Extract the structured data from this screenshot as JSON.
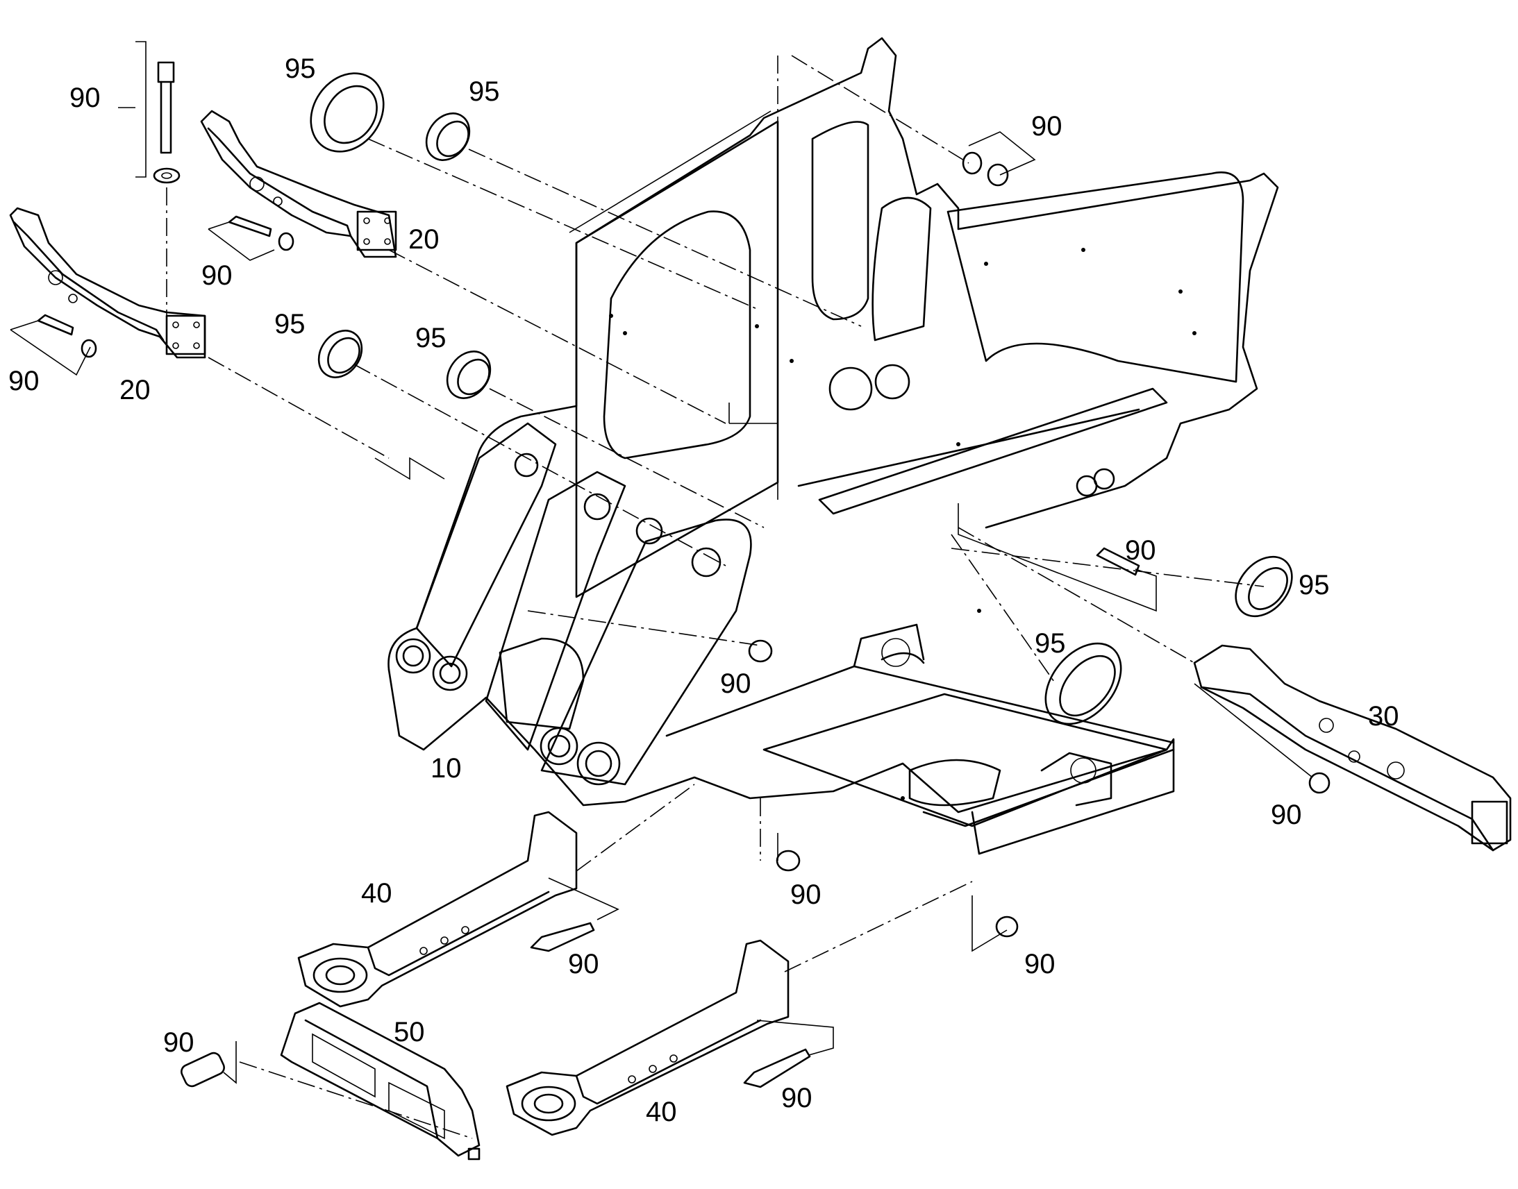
{
  "diagram": {
    "callouts": [
      {
        "id": "c-90-bolt-top",
        "text": "90"
      },
      {
        "id": "c-95-ring-a",
        "text": "95"
      },
      {
        "id": "c-95-ring-b",
        "text": "95"
      },
      {
        "id": "c-90-upper-right",
        "text": "90"
      },
      {
        "id": "c-20-upper",
        "text": "20"
      },
      {
        "id": "c-90-upper-bolt",
        "text": "90"
      },
      {
        "id": "c-95-ring-c",
        "text": "95"
      },
      {
        "id": "c-95-ring-d",
        "text": "95"
      },
      {
        "id": "c-90-left-bolt",
        "text": "90"
      },
      {
        "id": "c-20-lower",
        "text": "20"
      },
      {
        "id": "c-90-right-bolt",
        "text": "90"
      },
      {
        "id": "c-95-oval-right",
        "text": "95"
      },
      {
        "id": "c-95-oval-center",
        "text": "95"
      },
      {
        "id": "c-90-bushing-center",
        "text": "90"
      },
      {
        "id": "c-30",
        "text": "30"
      },
      {
        "id": "c-10",
        "text": "10"
      },
      {
        "id": "c-90-bushing-right",
        "text": "90"
      },
      {
        "id": "c-40-upper",
        "text": "40"
      },
      {
        "id": "c-90-bushing-lower",
        "text": "90"
      },
      {
        "id": "c-90-bolt-40-upper",
        "text": "90"
      },
      {
        "id": "c-90-bushing-frame",
        "text": "90"
      },
      {
        "id": "c-50",
        "text": "50"
      },
      {
        "id": "c-90-bolt-50",
        "text": "90"
      },
      {
        "id": "c-40-lower",
        "text": "40"
      },
      {
        "id": "c-90-bolt-40-lower",
        "text": "90"
      }
    ]
  }
}
